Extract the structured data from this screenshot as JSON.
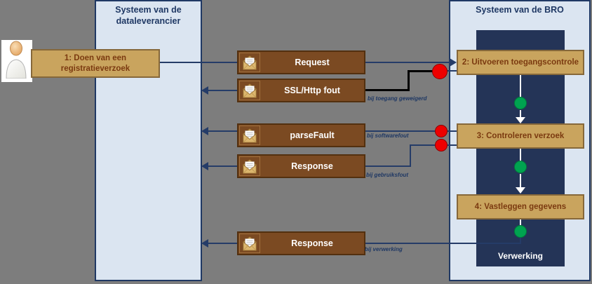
{
  "colors": {
    "background": "#7d7d7d",
    "lane_fill": "#dbe5f1",
    "navy": "#1f3864",
    "inner_panel": "#243457",
    "task_fill": "#c9a45e",
    "task_text": "#7b3a10",
    "message_fill": "#7b4a22",
    "error_node": "#ee0000",
    "ok_node": "#00a350",
    "fault_path": "#000000"
  },
  "lanes": {
    "supplier": {
      "title": "Systeem van de dataleverancier"
    },
    "bro": {
      "title": "Systeem van de BRO",
      "processing_label": "Verwerking"
    }
  },
  "actor": {
    "icon": "person-icon"
  },
  "tasks": [
    {
      "label": "1: Doen van een registratieverzoek"
    },
    {
      "label": "2: Uitvoeren toegangscontrole"
    },
    {
      "label": "3:  Controleren verzoek"
    },
    {
      "label": "4: Vastleggen gegevens"
    }
  ],
  "messages": [
    {
      "label": "Request",
      "icon": "envelope-icon",
      "direction": "to-bro"
    },
    {
      "label": "SSL/Http fout",
      "icon": "envelope-icon",
      "direction": "to-supplier",
      "condition": "bij toegang geweigerd"
    },
    {
      "label": "parseFault",
      "icon": "envelope-icon",
      "direction": "to-supplier",
      "condition": "bij softwarefout"
    },
    {
      "label": "Response",
      "icon": "envelope-icon",
      "direction": "to-supplier",
      "condition": "bij gebruiksfout"
    },
    {
      "label": "Response",
      "icon": "envelope-icon",
      "direction": "to-supplier",
      "condition": "bij verwerking"
    }
  ]
}
